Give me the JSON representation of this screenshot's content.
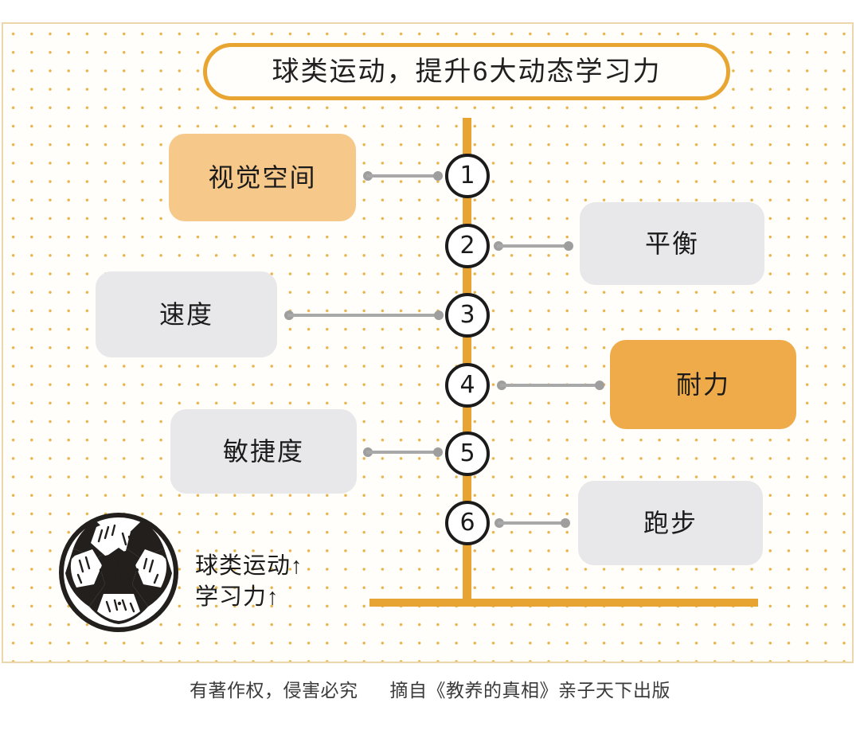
{
  "title": {
    "text": "球类运动，提升6大动态学习力"
  },
  "theme": {
    "accent_orange": "#e8a433",
    "title_border": "#e9a531",
    "gray_box": "#e8e8ea",
    "peach_box": "#f6c98a",
    "orange_box": "#efab49",
    "dot_color": "#e8b44a",
    "panel_border": "#ecd7ad",
    "connector_gray": "#9e9e9e",
    "node_outline": "#1b1b1b"
  },
  "items": [
    {
      "number": "1",
      "label": "视觉空间",
      "side": "left",
      "style": "peach"
    },
    {
      "number": "2",
      "label": "平衡",
      "side": "right",
      "style": "gray"
    },
    {
      "number": "3",
      "label": "速度",
      "side": "left",
      "style": "gray"
    },
    {
      "number": "4",
      "label": "耐力",
      "side": "right",
      "style": "orange"
    },
    {
      "number": "5",
      "label": "敏捷度",
      "side": "left",
      "style": "gray"
    },
    {
      "number": "6",
      "label": "跑步",
      "side": "right",
      "style": "gray"
    }
  ],
  "ball": {
    "icon": "soccer-ball-icon",
    "caption_line1": "球类运动↑",
    "caption_line2": "学习力↑"
  },
  "footer": {
    "copyright": "有著作权，侵害必究",
    "source": "摘自《教养的真相》亲子天下出版"
  }
}
